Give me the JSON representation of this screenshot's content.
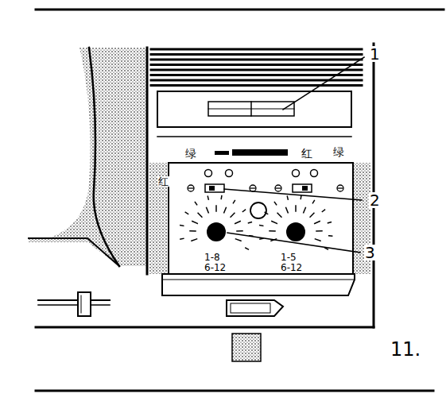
{
  "diagram": {
    "labels": [
      "1",
      "2",
      "3",
      "绿",
      "红",
      "红",
      "绿",
      "1-8",
      "6-12",
      "1-5",
      "6-12",
      "11."
    ]
  }
}
